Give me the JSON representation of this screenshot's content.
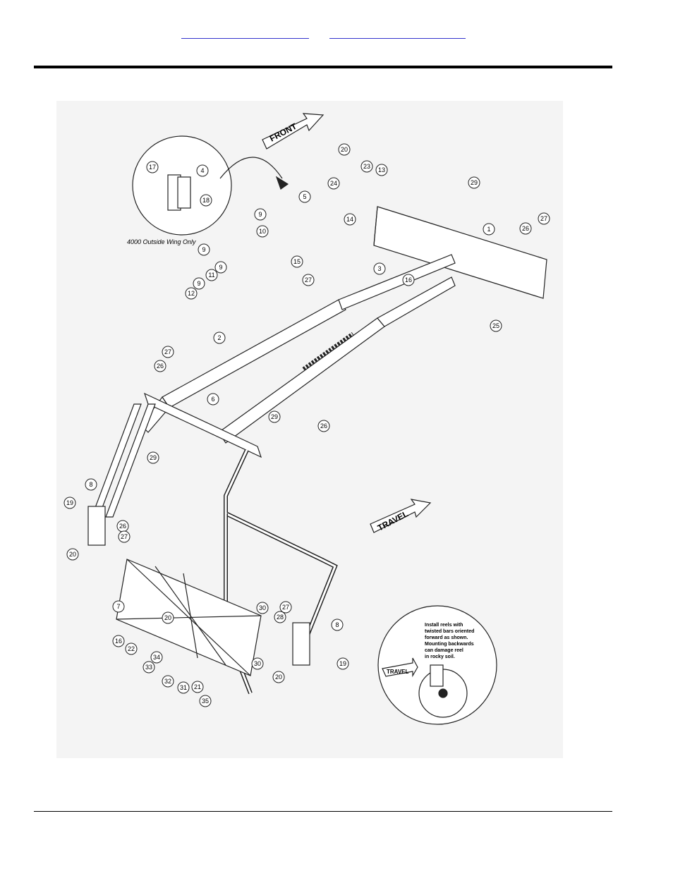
{
  "header": {
    "links": [
      {
        "label": ""
      },
      {
        "label": ""
      }
    ]
  },
  "diagram": {
    "arrows": {
      "front": "FRONT",
      "travel": "TRAVEL",
      "detail_travel": "TRAVEL"
    },
    "inset_caption": "4000 Outside Wing Only",
    "note_lines": [
      "Install reels with",
      "twisted bars oriented",
      "forward as shown.",
      "Mounting backwards",
      "can damage reel",
      "in rocky soil."
    ],
    "callouts": [
      "1",
      "2",
      "3",
      "4",
      "5",
      "6",
      "7",
      "8",
      "8",
      "9",
      "9",
      "9",
      "9",
      "10",
      "11",
      "12",
      "13",
      "14",
      "15",
      "16",
      "16",
      "17",
      "18",
      "19",
      "19",
      "20",
      "20",
      "20",
      "20",
      "21",
      "22",
      "23",
      "24",
      "25",
      "26",
      "26",
      "26",
      "26",
      "27",
      "27",
      "27",
      "27",
      "27",
      "28",
      "29",
      "29",
      "29",
      "30",
      "30",
      "31",
      "32",
      "33",
      "34",
      "35"
    ]
  }
}
